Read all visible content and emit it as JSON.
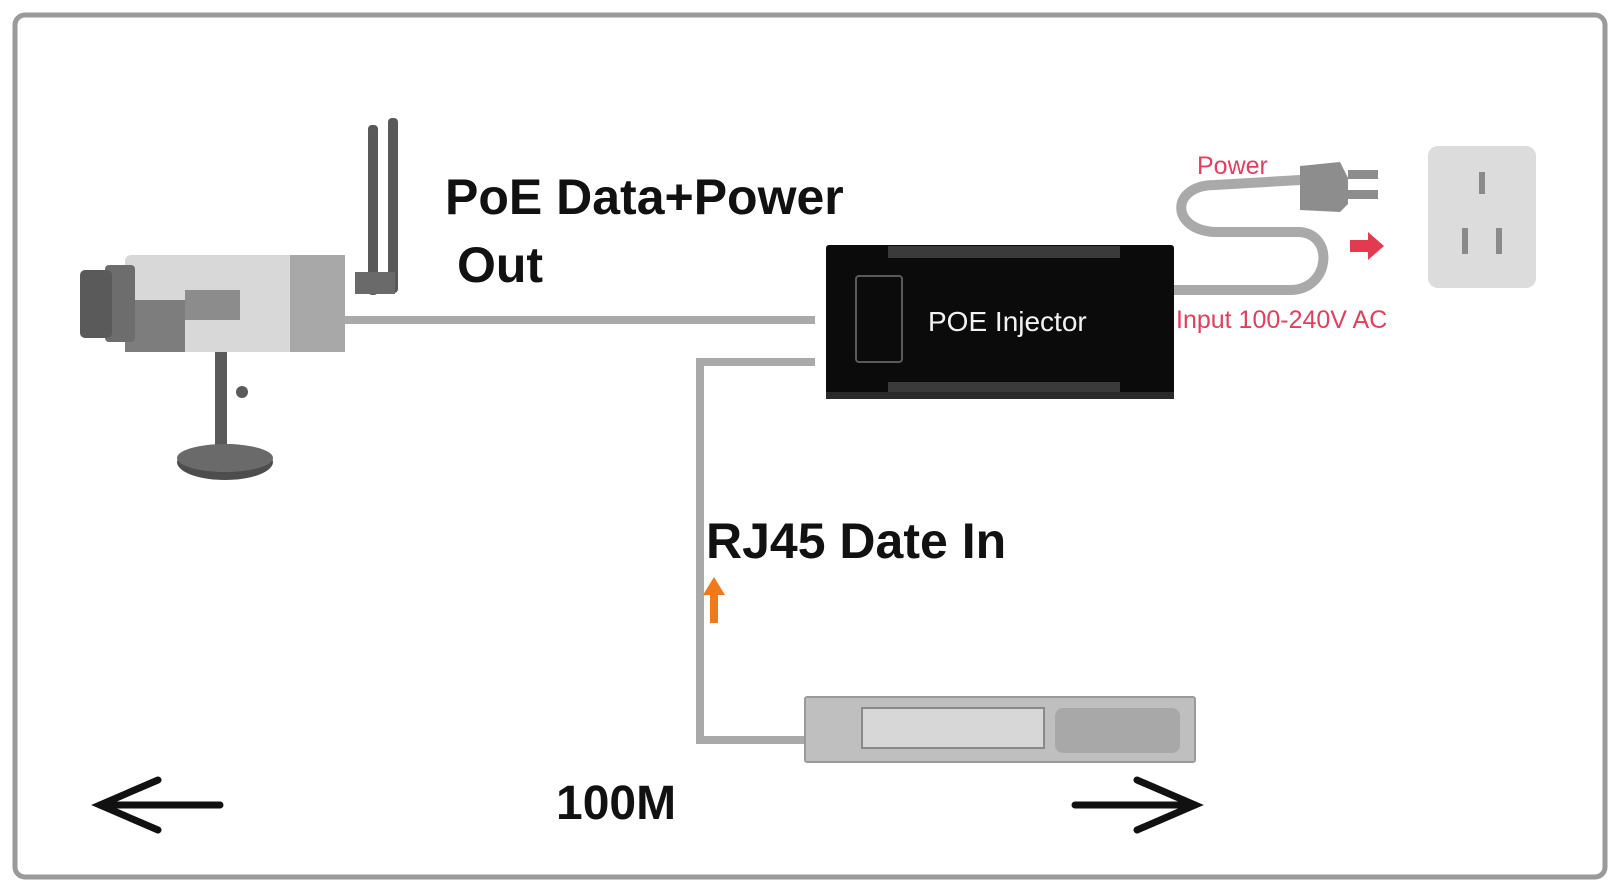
{
  "labels": {
    "poe_line1": "PoE Data+Power",
    "poe_line2": "Out",
    "injector": "POE Injector",
    "power": "Power",
    "input": "Input 100-240V AC",
    "rj45": "RJ45 Date In",
    "distance": "100M"
  },
  "colors": {
    "cable": "#a9a9a9",
    "frame": "#9a9a9a",
    "injector_body": "#0b0b0b",
    "accent_red": "#e23a4f",
    "accent_orange": "#f07a1a",
    "text": "#111111"
  },
  "icons": [
    "ip-camera-icon",
    "poe-injector-icon",
    "power-plug-icon",
    "wall-outlet-icon",
    "network-switch-icon",
    "arrow-left-icon",
    "arrow-right-icon",
    "arrow-up-icon"
  ]
}
